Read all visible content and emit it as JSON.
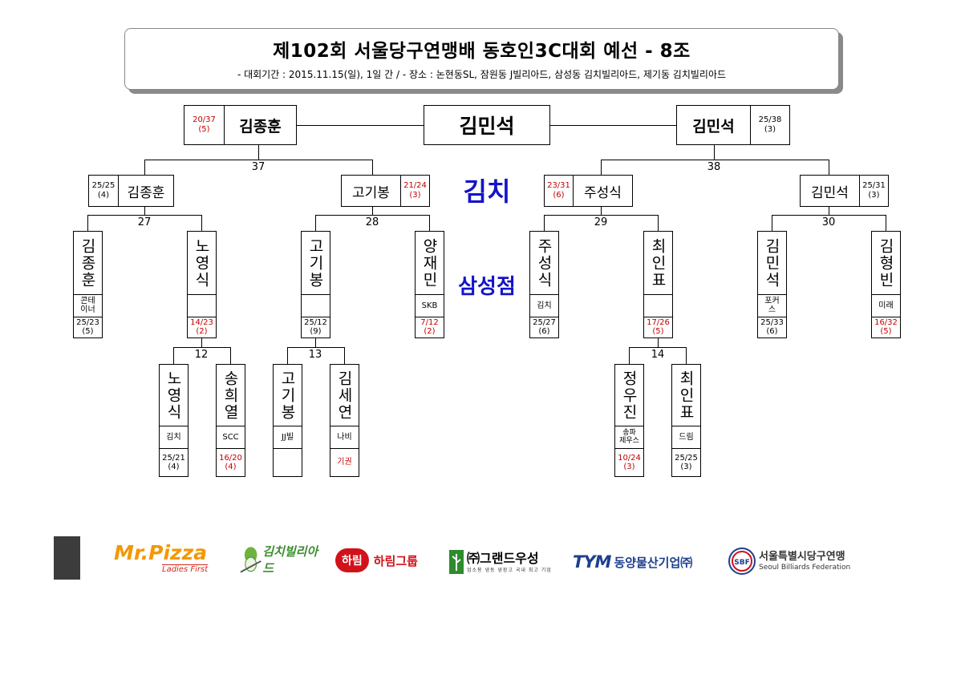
{
  "title": "제102회 서울당구연맹배 동호인3C대회 예선 - 8조",
  "subtitle": "- 대회기간 : 2015.11.15(일), 1일 간 / - 장소 : 논현동SL, 잠원동 J빌리아드, 삼성동 김치빌리아드, 제기동 김치빌리아드",
  "winner": "김민석",
  "venue": {
    "line1": "김치",
    "line2": "삼성점"
  },
  "final": {
    "left": {
      "name": "김종훈",
      "score": "20/37\n(5)"
    },
    "right": {
      "name": "김민석",
      "score": "25/38\n(3)"
    }
  },
  "semis": {
    "s1": {
      "name": "김종훈",
      "score": "25/25\n(4)"
    },
    "s2": {
      "name": "고기봉",
      "score": "21/24\n(3)"
    },
    "s3": {
      "name": "주성식",
      "score": "23/31\n(6)"
    },
    "s4": {
      "name": "김민석",
      "score": "25/31\n(3)"
    }
  },
  "match_numbers": {
    "m37": "37",
    "m38": "38",
    "m27": "27",
    "m28": "28",
    "m29": "29",
    "m30": "30",
    "m12": "12",
    "m13": "13",
    "m14": "14"
  },
  "players": {
    "p1": {
      "name": "김종훈",
      "club": "콘테\n이너",
      "score": "25/23\n(5)"
    },
    "p2": {
      "name": "노영식",
      "club": "",
      "score": "14/23\n(2)"
    },
    "p3": {
      "name": "고기봉",
      "club": "",
      "score": "25/12\n(9)"
    },
    "p4": {
      "name": "양재민",
      "club": "SKB",
      "score": "7/12\n(2)"
    },
    "p5": {
      "name": "주성식",
      "club": "김치",
      "score": "25/27\n(6)"
    },
    "p6": {
      "name": "최인표",
      "club": "",
      "score": "17/26\n(5)"
    },
    "p7": {
      "name": "김민석",
      "club": "포커\n스",
      "score": "25/33\n(6)"
    },
    "p8": {
      "name": "김형빈",
      "club": "미래",
      "score": "16/32\n(5)"
    },
    "q1": {
      "name": "노영식",
      "club": "김치",
      "score": "25/21\n(4)"
    },
    "q2": {
      "name": "송희열",
      "club": "SCC",
      "score": "16/20\n(4)"
    },
    "q3": {
      "name": "고기봉",
      "club": "JJ빌",
      "score": ""
    },
    "q4": {
      "name": "김세연",
      "club": "나비",
      "score": "기권"
    },
    "q5": {
      "name": "정우진",
      "club": "송파\n제우스",
      "score": "10/24\n(3)"
    },
    "q6": {
      "name": "최인표",
      "club": "드림",
      "score": "25/25\n(3)"
    }
  },
  "sponsors": {
    "mrpizza": "Mr.Pizza",
    "mrpizza_tag": "Ladies First",
    "kimchi": "김치빌리아드",
    "harim_badge": "하림",
    "harim": "하림그룹",
    "grand": "㈜그랜드우성",
    "grand_tag": "업소용 냉동 냉장고 국내 최고 기업",
    "tym_badge": "TYM",
    "tym": "동양물산기업㈜",
    "sbf_badge": "SBF",
    "sbf": "서울특별시당구연맹",
    "sbf_en": "Seoul Billiards Federation"
  },
  "colors": {
    "red": "#c00000",
    "venue_blue": "#1414c8",
    "mrpizza_orange": "#f39800",
    "mrpizza_red": "#d7261e",
    "kimchi_green": "#3b8f2e",
    "harim_red": "#d1121b",
    "tym_navy": "#1d3f8f"
  }
}
